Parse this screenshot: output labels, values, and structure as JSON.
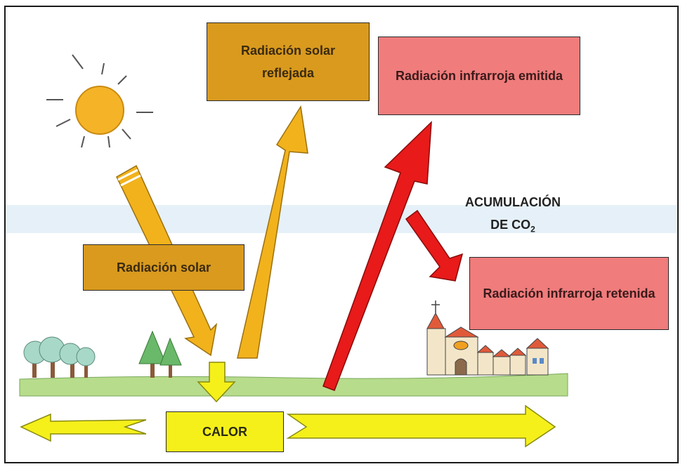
{
  "boxes": {
    "reflected": "Radiación solar reflejada",
    "ir_emitted": "Radiación infrarroja emitida",
    "solar": "Radiación solar",
    "ir_retained": "Radiación infrarroja retenida",
    "heat": "CALOR"
  },
  "co2_label": {
    "line1": "ACUMULACIÓN",
    "line2_prefix": "DE CO",
    "line2_sub": "2"
  },
  "colors": {
    "solar_box": "#d99a1e",
    "ir_box": "#f07c7c",
    "heat_box": "#f5f01a",
    "solar_arrow": "#f2b21c",
    "ir_arrow": "#e81a1a",
    "heat_arrow": "#f5f01a",
    "grass": "#b7dc8c"
  },
  "icons": [
    "sun-icon",
    "trees-icon",
    "pine-trees-icon",
    "village-icon",
    "church-icon"
  ]
}
